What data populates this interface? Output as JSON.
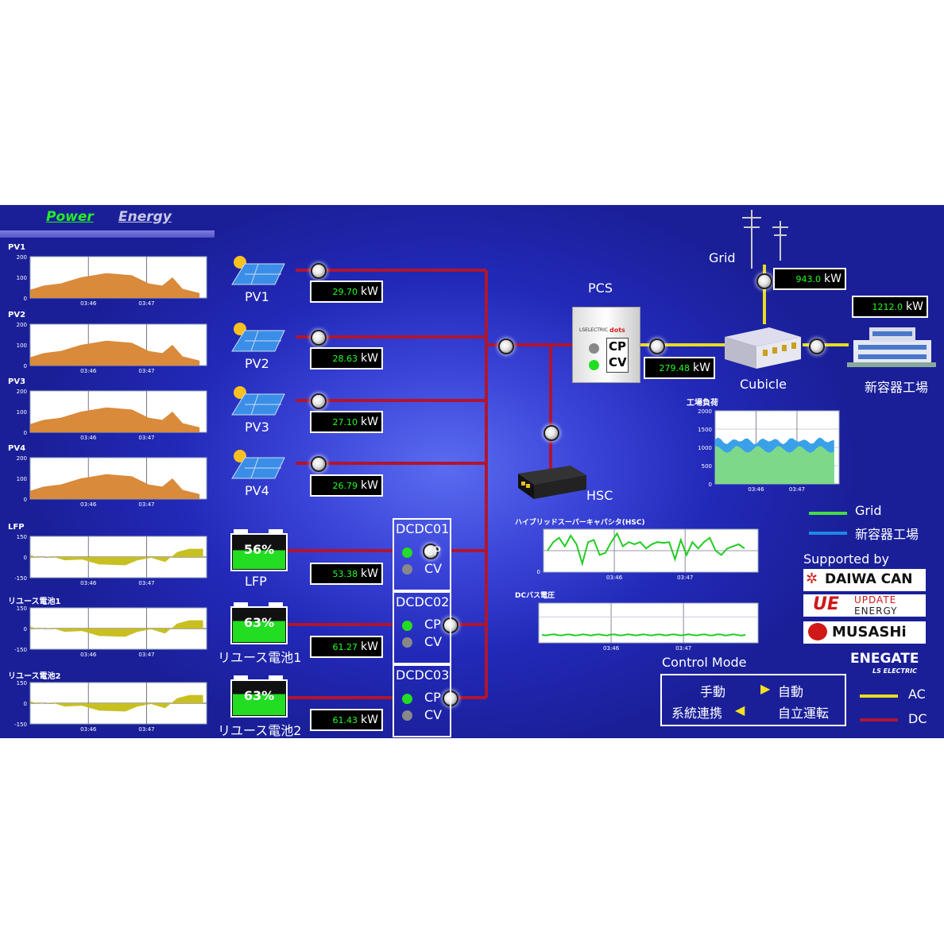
{
  "nav": {
    "power": "Power",
    "energy": "Energy"
  },
  "colors": {
    "ac": "#e8dc20",
    "dc": "#b01530",
    "pv_fill": "#d98a3a",
    "batt_fill": "#c8c020",
    "grid_line": "#44dd44",
    "factory_line": "#1e88e5"
  },
  "left_charts": [
    {
      "title": "PV1",
      "yticks": [
        "200",
        "100",
        "0"
      ],
      "xticks": [
        "03:46",
        "03:47"
      ]
    },
    {
      "title": "PV2",
      "yticks": [
        "200",
        "100",
        "0"
      ],
      "xticks": [
        "03:46",
        "03:47"
      ]
    },
    {
      "title": "PV3",
      "yticks": [
        "200",
        "100",
        "0"
      ],
      "xticks": [
        "03:46",
        "03:47"
      ]
    },
    {
      "title": "PV4",
      "yticks": [
        "200",
        "100",
        "0"
      ],
      "xticks": [
        "03:46",
        "03:47"
      ]
    },
    {
      "title": "LFP",
      "yticks": [
        "150",
        "0",
        "-150"
      ],
      "xticks": [
        "03:46",
        "03:47"
      ]
    },
    {
      "title": "リユース電池1",
      "yticks": [
        "150",
        "0",
        "-150"
      ],
      "xticks": [
        "03:46",
        "03:47"
      ]
    },
    {
      "title": "リユース電池2",
      "yticks": [
        "150",
        "0",
        "-150"
      ],
      "xticks": [
        "03:46",
        "03:47"
      ]
    }
  ],
  "pv": [
    {
      "name": "PV1",
      "value": "29.70",
      "unit": "kW"
    },
    {
      "name": "PV2",
      "value": "28.63",
      "unit": "kW"
    },
    {
      "name": "PV3",
      "value": "27.10",
      "unit": "kW"
    },
    {
      "name": "PV4",
      "value": "26.79",
      "unit": "kW"
    }
  ],
  "batteries": [
    {
      "name": "LFP",
      "soc": "56%",
      "soc_fraction": 0.56,
      "value": "53.38",
      "unit": "kW"
    },
    {
      "name": "リユース電池1",
      "soc": "63%",
      "soc_fraction": 0.63,
      "value": "61.27",
      "unit": "kW"
    },
    {
      "name": "リユース電池2",
      "soc": "63%",
      "soc_fraction": 0.63,
      "value": "61.43",
      "unit": "kW"
    }
  ],
  "dcdc": [
    {
      "name": "DCDC01",
      "mode1": "CP",
      "mode2": "CV",
      "cp_on": true
    },
    {
      "name": "DCDC02",
      "mode1": "CP",
      "mode2": "CV",
      "cp_on": true
    },
    {
      "name": "DCDC03",
      "mode1": "CP",
      "mode2": "CV",
      "cp_on": true
    }
  ],
  "pcs": {
    "label": "PCS",
    "brand1": "LSELECTRIC",
    "brand2": "dots",
    "mode1": "CP",
    "mode2": "CV",
    "value": "279.48",
    "unit": "kW"
  },
  "hsc": {
    "label": "HSC"
  },
  "grid": {
    "label": "Grid",
    "value": "943.0",
    "unit": "kW"
  },
  "cubicle": {
    "label": "Cubicle"
  },
  "factory": {
    "label": "新容器工場",
    "value": "1212.0",
    "unit": "kW"
  },
  "factory_chart": {
    "title": "工場負荷",
    "yticks": [
      "2000",
      "1500",
      "1000",
      "500",
      "0"
    ],
    "xticks": [
      "03:46",
      "03:47"
    ]
  },
  "legend": {
    "grid": "Grid",
    "factory": "新容器工場"
  },
  "hsc_chart": {
    "title": "ハイブリッドスーパーキャパシタ(HSC)",
    "yticks": [
      "0"
    ],
    "xticks": [
      "03:46",
      "03:47"
    ]
  },
  "dcbus_chart": {
    "title": "DCバス電圧",
    "xticks": [
      "03:46",
      "03:47"
    ]
  },
  "supported_by": "Supported by",
  "logos": {
    "daiwacan": "DAIWA CAN",
    "ue_mark": "UE",
    "ue_line1": "UPDATE",
    "ue_line2": "ENERGY",
    "musashi": "MUSASHi",
    "enegate": "ENEGATE",
    "ls": "LS ELECTRIC"
  },
  "control_mode": {
    "title": "Control Mode",
    "manual": "手動",
    "auto": "自動",
    "grid_tie": "系統連携",
    "standalone": "自立運転"
  },
  "line_legend": {
    "ac": "AC",
    "dc": "DC"
  }
}
